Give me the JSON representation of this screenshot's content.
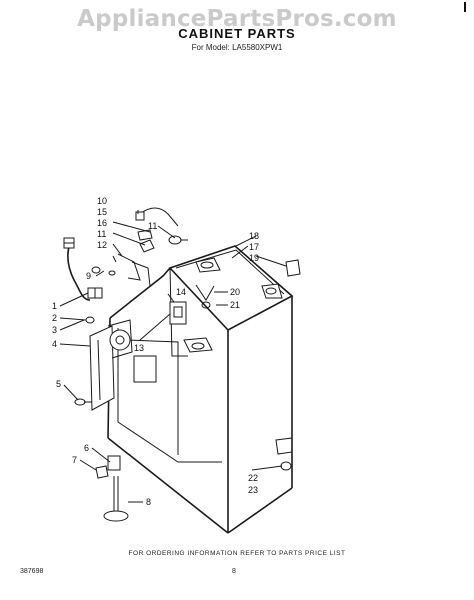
{
  "watermark": "AppliancePartsPros.com",
  "title": "CABINET PARTS",
  "subtitle": "For Model: LA5580XPW1",
  "callouts": {
    "c1": "1",
    "c2": "2",
    "c3": "3",
    "c4": "4",
    "c5": "5",
    "c6": "6",
    "c7": "7",
    "c8": "8",
    "c9": "9",
    "c10": "10",
    "c11a": "11",
    "c11b": "11",
    "c12": "12",
    "c13": "13",
    "c14": "14",
    "c15": "15",
    "c16": "16",
    "c17": "17",
    "c18": "18",
    "c19": "19",
    "c20": "20",
    "c21": "21",
    "c22": "22",
    "c23": "23"
  },
  "footer": {
    "note": "FOR ORDERING INFORMATION REFER TO PARTS PRICE LIST",
    "code": "387698",
    "page": "8"
  }
}
